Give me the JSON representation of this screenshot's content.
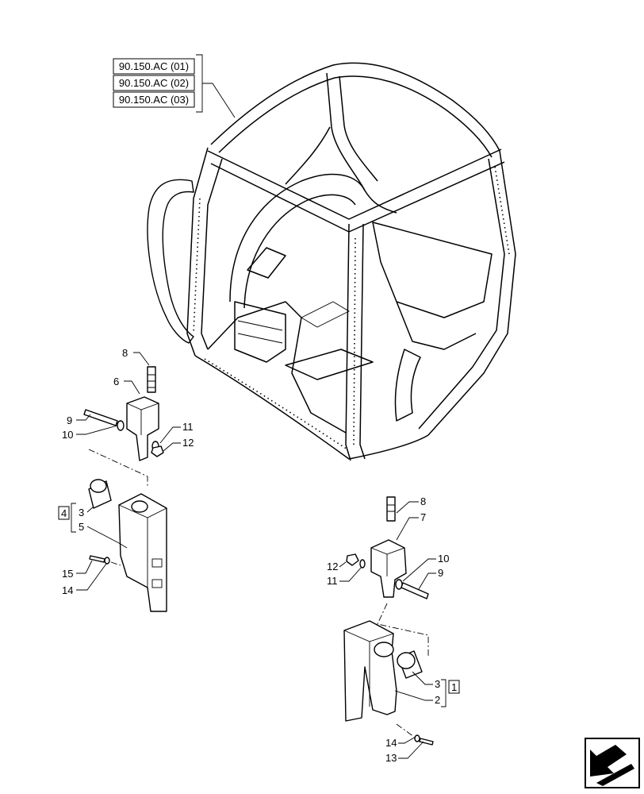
{
  "references": [
    "90.150.AC (01)",
    "90.150.AC (02)",
    "90.150.AC (03)"
  ],
  "callouts": {
    "c8a": "8",
    "c6": "6",
    "c9a": "9",
    "c10a": "10",
    "c11a": "11",
    "c12a": "12",
    "c3a": "3",
    "c5": "5",
    "c15": "15",
    "c14a": "14",
    "kit4": "4",
    "c8b": "8",
    "c7": "7",
    "c10b": "10",
    "c9b": "9",
    "c12b": "12",
    "c11b": "11",
    "c3b": "3",
    "c2": "2",
    "kit1": "1",
    "c14b": "14",
    "c13": "13"
  },
  "nav_icon": "next-page-arrow-icon"
}
